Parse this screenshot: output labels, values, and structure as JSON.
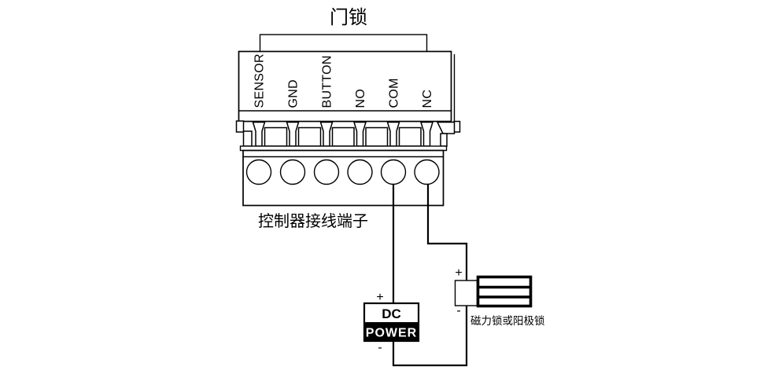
{
  "title": "门锁",
  "terminal_block": {
    "labels": [
      "SENSOR",
      "GND",
      "BUTTON",
      "NO",
      "COM",
      "NC"
    ],
    "caption": "控制器接线端子"
  },
  "power_supply": {
    "line1": "DC",
    "line2": "POWER",
    "plus": "+",
    "minus": "-"
  },
  "lock": {
    "label": "磁力锁或阳极锁",
    "plus": "+",
    "minus": "-"
  },
  "colors": {
    "ink": "#000000",
    "paper": "#ffffff"
  }
}
